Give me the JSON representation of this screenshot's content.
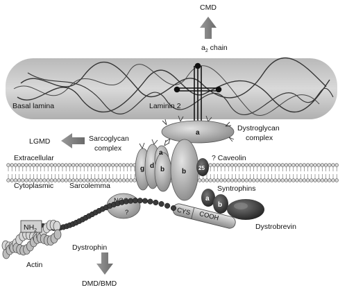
{
  "labels": {
    "cmd": "CMD",
    "a2_chain_prefix": "a",
    "a2_chain_sub": "2",
    "a2_chain_suffix": " chain",
    "basal_lamina": "Basal lamina",
    "laminin2": "Laminin 2",
    "dystroglycan_complex_1": "Dystroglycan",
    "dystroglycan_complex_2": "complex",
    "lgmd": "LGMD",
    "sarcoglycan_complex_1": "Sarcoglycan",
    "sarcoglycan_complex_2": "complex",
    "extracellular": "Extracellular",
    "cytoplasmic": "Cytoplasmic",
    "sarcolemma": "Sarcolemma",
    "caveolin": "? Caveolin",
    "syntrophins": "Syntrophins",
    "dystrobrevin": "Dystrobrevin",
    "nos": "NOS",
    "nos_q": "?",
    "nh2": "NH",
    "nh2_sub": "2",
    "actin": "Actin",
    "dystrophin": "Dystrophin",
    "dmd_bmd": "DMD/BMD",
    "cys": "CYS",
    "cooh": "COOH",
    "caveolin_num": "25",
    "dystroglycan_a": "a",
    "dystroglycan_b": "b",
    "sg_g": "g",
    "sg_d": "d",
    "sg_a": "a",
    "sg_b": "b",
    "syn_a": "a",
    "syn_b": "b"
  },
  "colors": {
    "protein_fill": "#a9a9a9",
    "protein_dark": "#4a4a4a",
    "lamina_fill": "#c8c8c8",
    "arrow_fill": "#7f7f7f",
    "membrane_head": "#d8d8d8",
    "caveolin_fill": "#2a2a2a"
  }
}
